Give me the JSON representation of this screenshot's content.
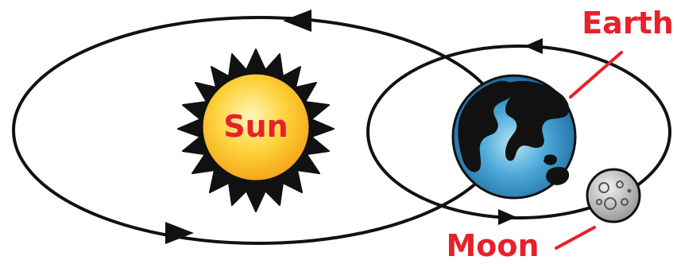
{
  "labels": {
    "sun": "Sun",
    "earth": "Earth",
    "moon": "Moon"
  },
  "colors": {
    "label_red": "#e8202a",
    "orbit_line": "#111111",
    "sun_core": "#fbc62e",
    "sun_glow": "#fff2a0",
    "sun_rays": "#111111",
    "ocean": "#2a8fc8",
    "ocean_light": "#9fd4ee",
    "land": "#111111",
    "moon_surface": "#c8c8c8",
    "moon_crater": "#555555"
  },
  "icons": {
    "sun": "sun-icon",
    "earth": "earth-globe-icon",
    "moon": "moon-icon"
  }
}
